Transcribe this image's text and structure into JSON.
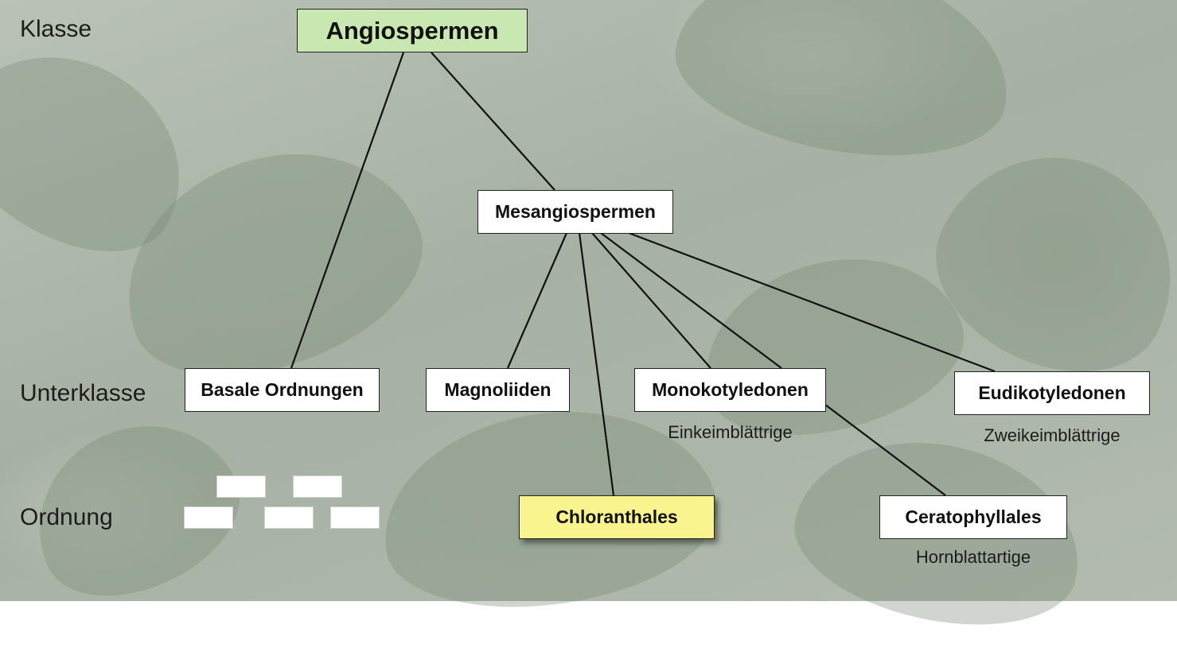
{
  "ranks": {
    "klasse": "Klasse",
    "unterklasse": "Unterklasse",
    "ordnung": "Ordnung"
  },
  "nodes": {
    "angiospermen": "Angiospermen",
    "mesangiospermen": "Mesangiospermen",
    "basale_ordnungen": "Basale Ordnungen",
    "magnoliiden": "Magnoliiden",
    "monokotyledonen": "Monokotyledonen",
    "eudikotyledonen": "Eudikotyledonen",
    "chloranthales": "Chloranthales",
    "ceratophyllales": "Ceratophyllales"
  },
  "common_names": {
    "monokotyledonen": "Einkeimblättrige",
    "eudikotyledonen": "Zweikeimblättrige",
    "ceratophyllales": "Hornblattartige"
  },
  "colors": {
    "root_fill": "#c9e8b1",
    "highlight_fill": "#faf48e",
    "node_fill": "#ffffff"
  }
}
